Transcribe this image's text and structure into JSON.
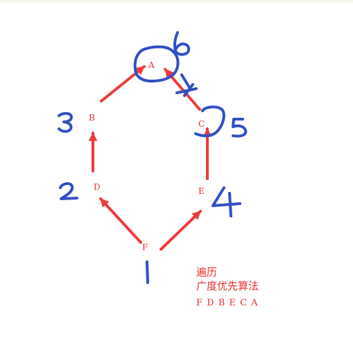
{
  "nodes": [
    {
      "id": "A",
      "label": "A"
    },
    {
      "id": "B",
      "label": "B"
    },
    {
      "id": "C",
      "label": "C"
    },
    {
      "id": "D",
      "label": "D"
    },
    {
      "id": "E",
      "label": "E"
    },
    {
      "id": "F",
      "label": "F"
    }
  ],
  "edges": [
    {
      "from": "F",
      "to": "D"
    },
    {
      "from": "F",
      "to": "E"
    },
    {
      "from": "D",
      "to": "B"
    },
    {
      "from": "E",
      "to": "C"
    },
    {
      "from": "B",
      "to": "A"
    },
    {
      "from": "C",
      "to": "A"
    }
  ],
  "order_numbers": {
    "F": "1",
    "D": "2",
    "B": "3",
    "E": "4",
    "C": "5",
    "A": "6"
  },
  "caption": {
    "line1": "遍历",
    "line2": "广度优先算法",
    "sequence": "F D B E C A"
  },
  "colors": {
    "edge": "#f03a3a",
    "label": "#e8302f",
    "handwriting": "#2f4fc4"
  }
}
